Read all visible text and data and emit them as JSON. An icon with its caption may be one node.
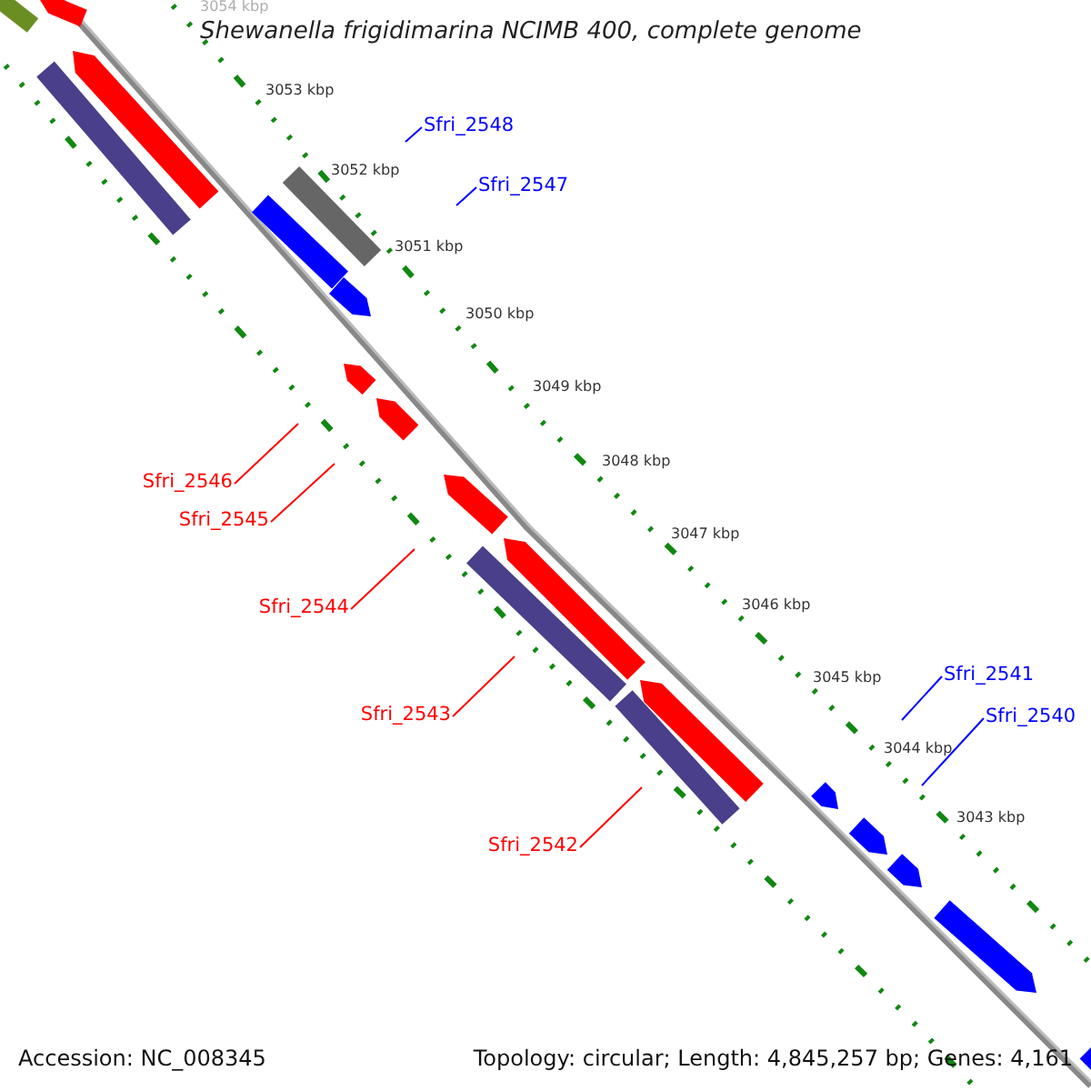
{
  "diagram": {
    "title": "Shewanella frigidimarina NCIMB 400, complete genome",
    "nodes": [
      {
        "text": [
          "Sfri_2548"
        ]
      },
      {
        "text": [
          "Sfri_2547"
        ]
      },
      {
        "text": [
          "Sfri_2546"
        ]
      },
      {
        "text": [
          "Sfri_2545"
        ]
      },
      {
        "text": [
          "Sfri_2544"
        ]
      },
      {
        "text": [
          "Sfri_2543"
        ]
      },
      {
        "text": [
          "Sfri_2542"
        ]
      },
      {
        "text": [
          "Sfri_2541"
        ]
      },
      {
        "text": [
          "Sfri_2540"
        ]
      }
    ],
    "edges": [
      {
        "from": 0,
        "to": null,
        "arrow": "none",
        "color": "#0000ff"
      },
      {
        "from": 1,
        "to": null,
        "arrow": "none",
        "color": "#0000ff"
      },
      {
        "from": 2,
        "to": null,
        "arrow": "none"
      },
      {
        "from": 3,
        "to": null,
        "arrow": "none"
      },
      {
        "from": 4,
        "to": null,
        "arrow": "none"
      },
      {
        "from": 5,
        "to": null,
        "arrow": "none"
      },
      {
        "from": 6,
        "to": null,
        "arrow": "none"
      },
      {
        "from": 7,
        "to": null,
        "arrow": "none",
        "color": "#0000ff"
      },
      {
        "from": 8,
        "to": null,
        "arrow": "none",
        "color": "#0000ff"
      }
    ],
    "labels": [
      "3054 kbp",
      "3053 kbp",
      "3052 kbp",
      "3051 kbp",
      "3050 kbp",
      "3049 kbp",
      "3048 kbp",
      "3047 kbp",
      "3046 kbp",
      "3045 kbp",
      "3044 kbp",
      "3043 kbp",
      "Accession: NC_008345",
      "Topology: circular; Length: 4,845,257 bp; Genes: 4,161"
    ]
  }
}
